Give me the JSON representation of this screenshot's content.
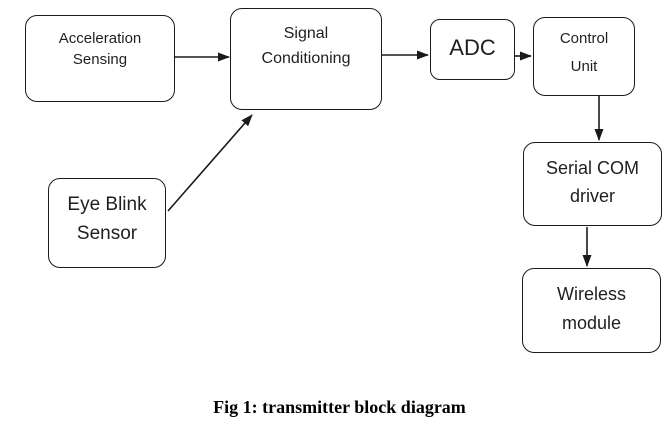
{
  "diagram": {
    "boxes": {
      "acceleration_sensing": {
        "line1": "Acceleration",
        "line2": "Sensing"
      },
      "signal_conditioning": {
        "line1": "Signal",
        "line2": "Conditioning"
      },
      "adc": {
        "line1": "ADC"
      },
      "control_unit": {
        "line1": "Control",
        "line2": "Unit"
      },
      "eye_blink_sensor": {
        "line1": "Eye Blink",
        "line2": "Sensor"
      },
      "serial_com_driver": {
        "line1": "Serial COM",
        "line2": "driver"
      },
      "wireless_module": {
        "line1": "Wireless",
        "line2": "module"
      }
    },
    "connections": [
      {
        "from": "acceleration_sensing",
        "to": "signal_conditioning",
        "direction": "right"
      },
      {
        "from": "eye_blink_sensor",
        "to": "signal_conditioning",
        "direction": "diagonal-up-right"
      },
      {
        "from": "signal_conditioning",
        "to": "adc",
        "direction": "right"
      },
      {
        "from": "adc",
        "to": "control_unit",
        "direction": "right"
      },
      {
        "from": "control_unit",
        "to": "serial_com_driver",
        "direction": "down"
      },
      {
        "from": "serial_com_driver",
        "to": "wireless_module",
        "direction": "down"
      }
    ],
    "colors": {
      "stroke": "#1a1a1a",
      "text": "#1f1f1f",
      "background": "#ffffff"
    }
  },
  "caption": "Fig 1: transmitter block diagram"
}
